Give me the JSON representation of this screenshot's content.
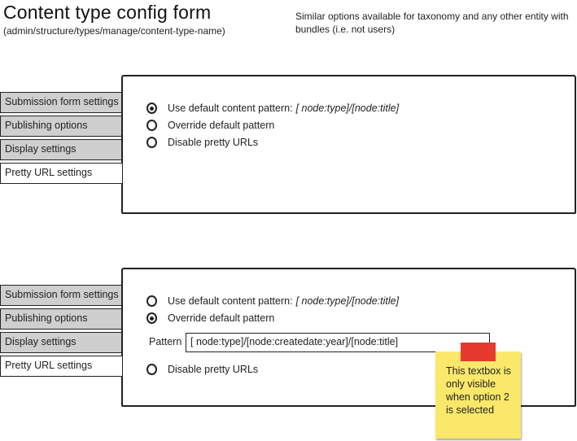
{
  "page": {
    "title": "Content type config form",
    "subtitle": "(admin/structure/types/manage/content-type-name)",
    "note": "Similar options available for taxonomy and any other entity with bundles (i.e. not users)"
  },
  "tabs": [
    {
      "label": "Submission form settings"
    },
    {
      "label": "Publishing options"
    },
    {
      "label": "Display settings"
    },
    {
      "label": "Pretty URL settings"
    }
  ],
  "panel1": {
    "options": [
      {
        "label": "Use default content pattern:",
        "value": "[ node:type]/[node:title]",
        "checked": true
      },
      {
        "label": "Override default pattern",
        "checked": false
      },
      {
        "label": "Disable pretty URLs",
        "checked": false
      }
    ]
  },
  "panel2": {
    "options": [
      {
        "label": "Use default content pattern:",
        "value": "[ node:type]/[node:title]",
        "checked": false
      },
      {
        "label": "Override default pattern",
        "checked": true
      },
      {
        "label": "Disable pretty URLs",
        "checked": false
      }
    ],
    "pattern_label": "Pattern",
    "pattern_value": "[ node:type]/[node:createdate:year]/[node:title]"
  },
  "sticky_note": {
    "text": "This textbox is only visible when option 2 is selected"
  },
  "colors": {
    "tab_inactive": "#cfcfcf",
    "sticky": "#fbe86a",
    "tape": "#e63a2e"
  }
}
